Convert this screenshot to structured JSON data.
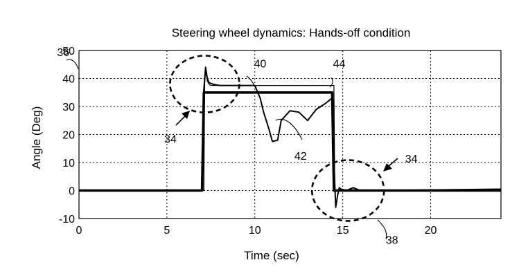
{
  "chart_data": {
    "type": "line",
    "title": "Steering wheel dynamics: Hands-off condition",
    "xlabel": "Time (sec)",
    "ylabel": "Angle (Deg)",
    "xlim": [
      0,
      24
    ],
    "ylim": [
      -10,
      50
    ],
    "xticks": [
      0,
      5,
      10,
      15,
      20
    ],
    "yticks": [
      -10,
      0,
      10,
      20,
      30,
      40,
      50
    ],
    "grid": true,
    "legend": "none",
    "series": [
      {
        "style": "thick",
        "x": [
          0,
          7.0,
          7.1,
          7.2,
          14.4,
          14.5,
          14.6,
          14.7,
          15.0,
          24
        ],
        "y": [
          0,
          0,
          35,
          35,
          35,
          0,
          0,
          0,
          0,
          0
        ]
      },
      {
        "style": "thin",
        "x": [
          0,
          7.1,
          7.15,
          7.2,
          7.3,
          7.4,
          7.5,
          8.0,
          10.0,
          14.5,
          14.55,
          24
        ],
        "y": [
          0,
          0,
          38,
          43,
          39,
          38,
          37.5,
          37.5,
          37.5,
          37.5,
          0,
          0
        ]
      },
      {
        "style": "medium",
        "x": [
          0,
          7.0,
          7.1,
          7.2,
          7.3,
          7.4,
          7.6,
          8.0,
          10.0,
          10.1,
          10.3,
          10.5,
          10.8,
          11.0,
          11.3,
          11.5,
          12.0,
          12.5,
          13.0,
          13.5,
          14.0,
          14.4,
          14.5,
          14.6,
          14.7,
          14.8,
          14.9,
          15.2,
          15.6,
          16.0,
          17.0,
          24
        ],
        "y": [
          0,
          0,
          36,
          44,
          40,
          38.5,
          38,
          37.5,
          37.5,
          36,
          33,
          28,
          22,
          17.5,
          18,
          25,
          28.5,
          28,
          25,
          29,
          31,
          33,
          10,
          -6,
          -2,
          1,
          0.5,
          0,
          1,
          0,
          0,
          0.5
        ]
      }
    ],
    "annotations": [
      {
        "text": "36",
        "x": -0.9,
        "y": 48
      },
      {
        "text": "34",
        "x": 5.2,
        "y": 17
      },
      {
        "text": "40",
        "x": 10.3,
        "y": 44
      },
      {
        "text": "44",
        "x": 14.8,
        "y": 44
      },
      {
        "text": "42",
        "x": 12.6,
        "y": 11
      },
      {
        "text": "34",
        "x": 18.9,
        "y": 10
      },
      {
        "text": "38",
        "x": 17.8,
        "y": -19
      }
    ]
  }
}
